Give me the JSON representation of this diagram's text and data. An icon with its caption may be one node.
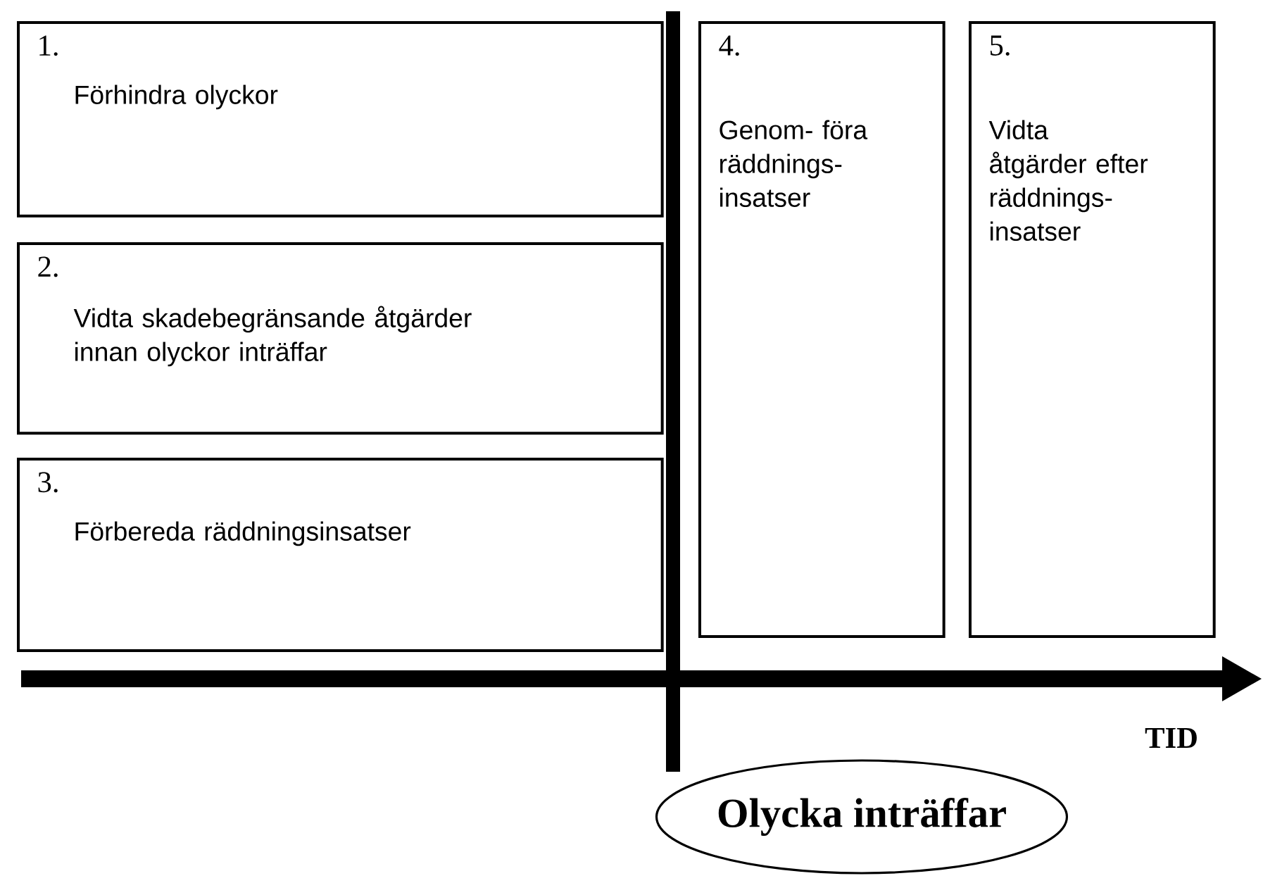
{
  "diagram": {
    "nodes": [
      {
        "text": [
          "1.",
          "Förhindra olyckor"
        ]
      },
      {
        "text": [
          "2.",
          "Vidta skadebegränsande åtgärder innan olyckor inträffar"
        ]
      },
      {
        "text": [
          "3.",
          "Förbereda räddningsinsatser"
        ]
      },
      {
        "text": [
          "4.",
          "Genom- föra räddnings- insatser"
        ]
      },
      {
        "text": [
          "5.",
          "Vidta åtgärder efter räddnings- insatser"
        ]
      },
      {
        "text": [
          "Olycka inträffar"
        ]
      }
    ],
    "labels": [
      "TID"
    ]
  }
}
